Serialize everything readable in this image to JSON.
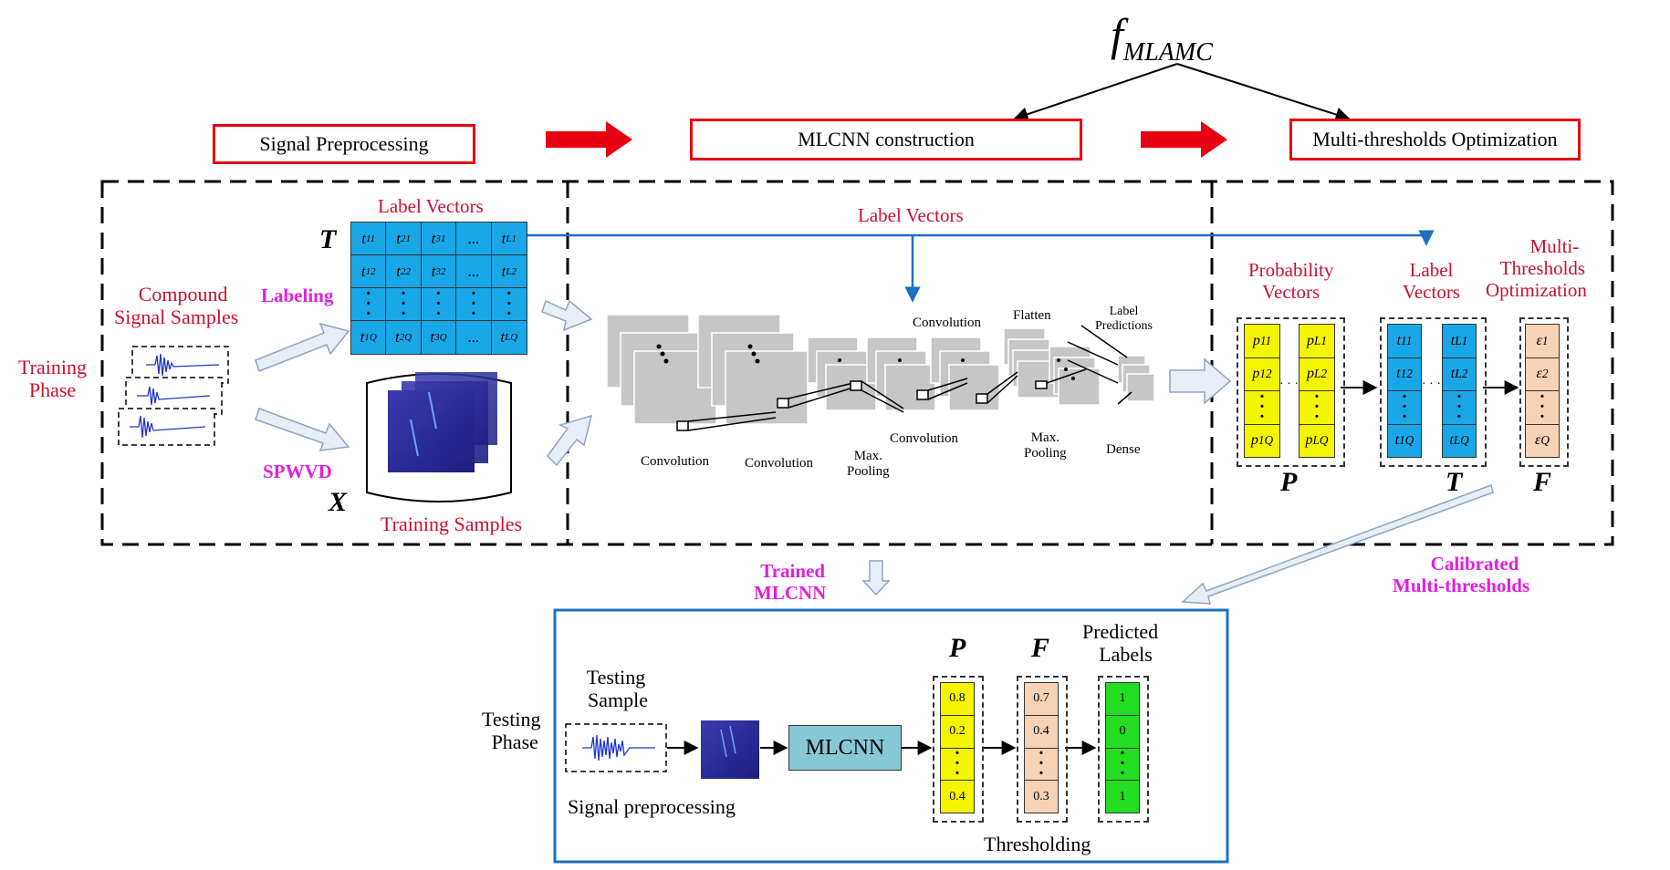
{
  "formula": {
    "symbol": "f",
    "subscript": "MLAMC"
  },
  "headers": {
    "signal_preprocessing": "Signal Preprocessing",
    "mlcnn_construction": "MLCNN construction",
    "multi_thresholds_optimization": "Multi-thresholds Optimization"
  },
  "training": {
    "phase_line1": "Training",
    "phase_line2": "Phase",
    "compound_line1": "Compound",
    "compound_line2": "Signal Samples",
    "labeling": "Labeling",
    "spwvd": "SPWVD",
    "label_vectors_top": "Label Vectors",
    "label_vectors_mid": "Label Vectors",
    "training_samples": "Training Samples",
    "matrix_T": "T",
    "matrix_X": "X",
    "label_matrix": [
      [
        "t11",
        "t21",
        "t31",
        "...",
        "tL1"
      ],
      [
        "t12",
        "t22",
        "t32",
        "...",
        "tL2"
      ],
      [
        ":",
        ":",
        ":",
        ":",
        ":"
      ],
      [
        "t1Q",
        "t2Q",
        "t3Q",
        "...",
        "tLQ"
      ]
    ]
  },
  "cnn": {
    "convolution_top": "Convolution",
    "flatten": "Flatten",
    "label_predictions_line1": "Label",
    "label_predictions_line2": "Predictions",
    "convolution_1": "Convolution",
    "convolution_2": "Convolution",
    "max_pooling_1_line1": "Max.",
    "max_pooling_1_line2": "Pooling",
    "convolution_3": "Convolution",
    "max_pooling_2_line1": "Max.",
    "max_pooling_2_line2": "Pooling",
    "dense": "Dense"
  },
  "right": {
    "probability_line1": "Probability",
    "probability_line2": "Vectors",
    "label_vectors_line1": "Label",
    "label_vectors_line2": "Vectors",
    "multi_line1": "Multi-",
    "multi_line2": "Thresholds",
    "multi_line3": "Optimization",
    "P": "P",
    "T": "T",
    "F": "F",
    "dots": "· · ·"
  },
  "middle": {
    "trained_line1": "Trained",
    "trained_line2": "MLCNN",
    "calibrated_line1": "Calibrated",
    "calibrated_line2": "Multi-thresholds"
  },
  "testing": {
    "phase_line1": "Testing",
    "phase_line2": "Phase",
    "sample_line1": "Testing",
    "sample_line2": "Sample",
    "signal_preprocessing": "Signal preprocessing",
    "mlcnn": "MLCNN",
    "P": "P",
    "F": "F",
    "predicted_line1": "Predicted",
    "predicted_line2": "Labels",
    "thresholding": "Thresholding",
    "p_values": [
      "0.8",
      "0.2",
      "0.4"
    ],
    "f_values": [
      "0.7",
      "0.4",
      "0.3"
    ],
    "label_values": [
      "1",
      "0",
      "1"
    ]
  },
  "colors": {
    "red_arrow": "#e60012",
    "label_blue": "#1aa7e8",
    "prob_yellow": "#f5f500",
    "thresh_peach": "#f8d2b4",
    "pred_green": "#22dd22",
    "mlcnn_box": "#86c8d6",
    "spectrogram": "#2a2a9a",
    "line_blue": "#1e6fbf",
    "red_text": "#c8102e",
    "magenta_text": "#e020e0"
  }
}
